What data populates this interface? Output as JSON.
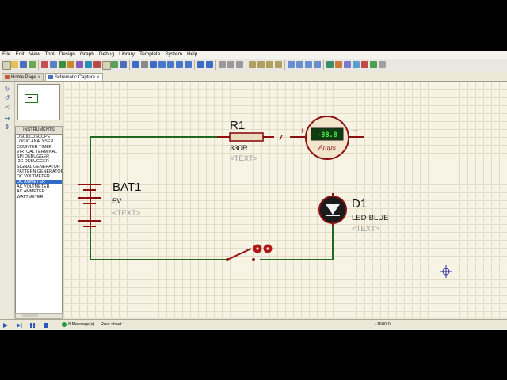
{
  "menu": [
    "File",
    "Edit",
    "View",
    "Tool",
    "Design",
    "Graph",
    "Debug",
    "Library",
    "Template",
    "System",
    "Help"
  ],
  "tabs": [
    {
      "label": "Home Page",
      "close": "×"
    },
    {
      "label": "Schematic Capture",
      "close": "×"
    }
  ],
  "instruments": {
    "header": "INSTRUMENTS",
    "items": [
      "OSCILLOSCOPE",
      "LOGIC ANALYSER",
      "COUNTER TIMER",
      "VIRTUAL TERMINAL",
      "SPI DEBUGGER",
      "I2C DEBUGGER",
      "SIGNAL GENERATOR",
      "PATTERN GENERATOR",
      "DC VOLTMETER",
      "DC AMMETER",
      "AC VOLTMETER",
      "AC AMMETER",
      "WATTMETER"
    ],
    "selected_index": 9
  },
  "schematic": {
    "resistor": {
      "ref": "R1",
      "value": "330R",
      "text": "<TEXT>"
    },
    "battery": {
      "ref": "BAT1",
      "value": "5V",
      "text": "<TEXT>"
    },
    "led": {
      "ref": "D1",
      "value": "LED-BLUE",
      "text": "<TEXT>"
    },
    "ammeter": {
      "display": "-88.8",
      "unit": "Amps",
      "plus": "+",
      "minus": "−"
    }
  },
  "status": {
    "messages": "8 Message(s)",
    "sheet": "Root sheet 1",
    "coord": "-1600.0"
  },
  "colors": {
    "wire": "#1f6a1f",
    "component": "#8b1010",
    "label_gray": "#9a9a9a",
    "selection": "#316ac5",
    "crosshair": "#2a2aa5"
  }
}
